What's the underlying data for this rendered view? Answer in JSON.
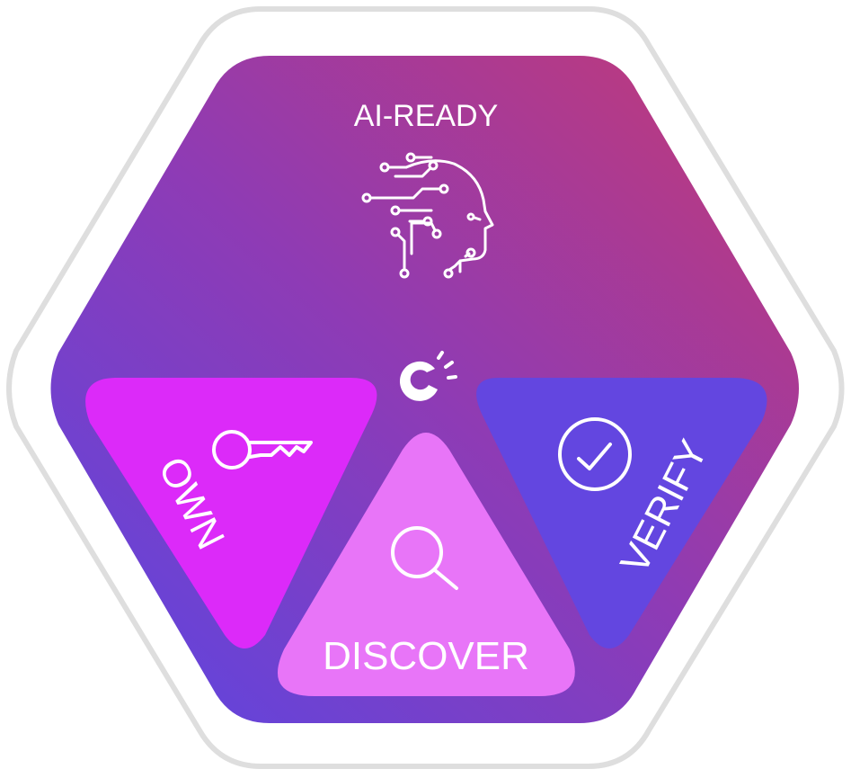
{
  "colors": {
    "outer_border": "#dedede",
    "gradient_start": "#5a46e3",
    "gradient_mid": "#8e3bb5",
    "gradient_end": "#c43a74",
    "own_fill": "#dc2af9",
    "discover_fill": "#e875f8",
    "verify_fill": "#6346e0",
    "icon_white": "#ffffff"
  },
  "top_section": {
    "title": "AI-READY",
    "icon": "ai-circuit-head-icon"
  },
  "center_logo": {
    "icon": "brand-logo-icon"
  },
  "segments": [
    {
      "id": "own",
      "label": "OWN",
      "icon": "key-icon"
    },
    {
      "id": "discover",
      "label": "DISCOVER",
      "icon": "search-icon"
    },
    {
      "id": "verify",
      "label": "VERIFY",
      "icon": "check-circle-icon"
    }
  ]
}
